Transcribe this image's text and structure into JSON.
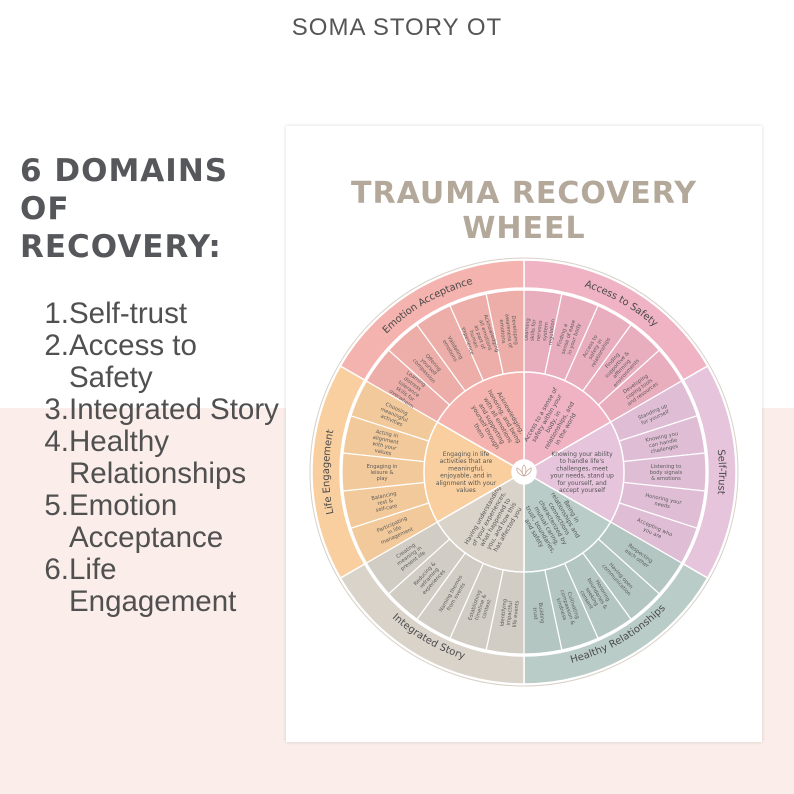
{
  "brand": "SOMA STORY OT",
  "left": {
    "title_line1": "6 DOMAINS OF",
    "title_line2": "RECOVERY:",
    "items": [
      {
        "num": "1.",
        "label": "Self-trust"
      },
      {
        "num": "2.",
        "label": "Access to Safety"
      },
      {
        "num": "3.",
        "label": "Integrated Story"
      },
      {
        "num": "4.",
        "label": "Healthy Relationships"
      },
      {
        "num": "5.",
        "label": "Emotion Acceptance"
      },
      {
        "num": "6.",
        "label": "Life Engagement"
      }
    ]
  },
  "poster": {
    "title": "TRAUMA RECOVERY WHEEL",
    "domains": [
      {
        "name": "Access to Safety",
        "color": "#f0b3c3",
        "inner_text": "Access to a sense of safety within your body, in relationships, and in the world",
        "items": [
          "Learning skills for nervous system regulation",
          "Finding a sense of ease in your body",
          "Access to safety in relationships",
          "Finding supportive & affirming environments",
          "Developing coping tools and resources"
        ]
      },
      {
        "name": "Self-Trust",
        "color": "#e6c4dc",
        "inner_text": "Knowing your ability to handle life's challenges, meet your needs, stand up for yourself, and accept yourself",
        "items": [
          "Standing up for yourself",
          "Knowing you can handle challenges",
          "Listening to body signals & emotions",
          "Honoring your needs",
          "Accepting who you are"
        ]
      },
      {
        "name": "Healthy Relationships",
        "color": "#b9ccc7",
        "inner_text": "Being in relationships and connections characterized by mutual caring, trust, boundaries, and safety",
        "items": [
          "Respecting each other",
          "Having open communication",
          "Honoring boundaries & seeking consent",
          "Cultivating compassion & kindness",
          "Building trust"
        ]
      },
      {
        "name": "Integrated Story",
        "color": "#d9d3ca",
        "inner_text": "Having understanding of your experiences, what happened to you, and how this has affected you",
        "items": [
          "Identifying impactful life events",
          "Establishing timeline & context",
          "Naming themes from events",
          "Reducing & reframing experiences",
          "Creating meaning in present life"
        ]
      },
      {
        "name": "Life Engagement",
        "color": "#f9cf9f",
        "inner_text": "Engaging in life activities that are meaningful, enjoyable, and in alignment with your values",
        "items": [
          "Participating in life management",
          "Balancing rest & self-care",
          "Engaging in leisure & play",
          "Acting in alignment with your values",
          "Choosing meaningful activities"
        ]
      },
      {
        "name": "Emotion Acceptance",
        "color": "#f4b3ae",
        "inner_text": "Acknowledging, honoring, and being with all emotions and supporting yourself through them",
        "items": [
          "Learning distress tolerance skills for overwhelm",
          "Offering yourself compassion",
          "Validating emotions",
          "Acknowledging all emotions as part of human experience",
          "Developing awareness of emotions"
        ]
      }
    ]
  }
}
